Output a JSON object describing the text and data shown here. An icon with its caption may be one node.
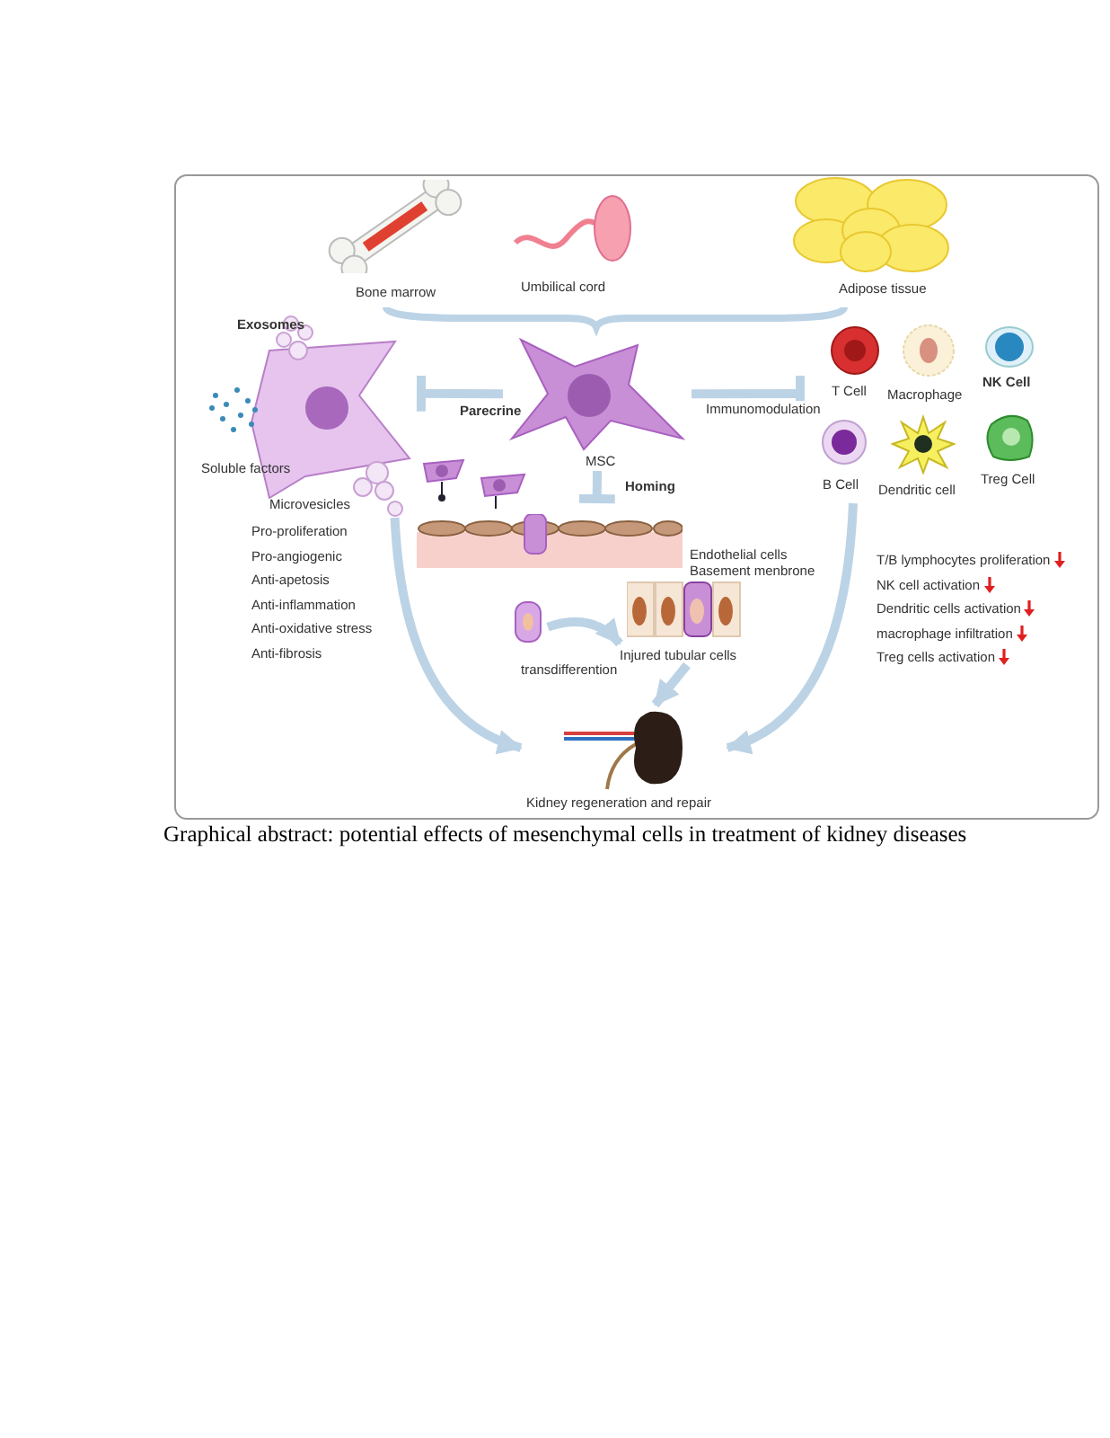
{
  "diagram": {
    "caption": "Graphical abstract: potential effects of mesenchymal cells in treatment of kidney diseases",
    "nodes": [
      {
        "text": [
          "Bone marrow"
        ]
      },
      {
        "text": [
          "Umbilical cord"
        ]
      },
      {
        "text": [
          "Adipose tissue"
        ]
      },
      {
        "text": [
          "MSC"
        ]
      },
      {
        "text": [
          "Exosomes",
          "Soluble factors",
          "Microvesicles"
        ]
      },
      {
        "text": [],
        "shape": "picture"
      },
      {
        "text": [
          "T Cell"
        ],
        "in": 5
      },
      {
        "text": [
          "Macrophage"
        ],
        "in": 5
      },
      {
        "text": [
          "NK Cell"
        ],
        "in": 5
      },
      {
        "text": [
          "B Cell"
        ],
        "in": 5
      },
      {
        "text": [
          "Dendritic cell"
        ],
        "in": 5
      },
      {
        "text": [
          "Treg Cell"
        ],
        "in": 5
      },
      {
        "text": [
          "Endothelial cells",
          "Basement menbrone"
        ]
      },
      {
        "text": [],
        "shape": "picture"
      },
      {
        "text": [
          "Injured tubular cells"
        ]
      },
      {
        "text": [
          "Kidney regeneration and repair"
        ]
      }
    ],
    "edges": [
      {
        "from": 3,
        "to": 4,
        "arrow": "other",
        "label": "Parecrine"
      },
      {
        "from": 3,
        "to": 5,
        "arrow": "other",
        "label": "Immunomodulation"
      },
      {
        "from": 3,
        "to": 12,
        "arrow": "other",
        "label": "Homing"
      },
      {
        "from": 13,
        "to": 14,
        "arrow": "to",
        "label": "transdifferention"
      },
      {
        "from": 4,
        "to": 15,
        "arrow": "to"
      },
      {
        "from": 5,
        "to": 15,
        "arrow": "to"
      },
      {
        "from": 14,
        "to": 15,
        "arrow": "to"
      }
    ],
    "labels": [
      "Pro-proliferation",
      "Pro-angiogenic",
      "Anti-apetosis",
      "Anti-inflammation",
      "Anti-oxidative stress",
      "Anti-fibrosis",
      "T/B lymphocytes proliferation",
      "NK cell activation",
      "Dendritic cells activation",
      "macrophage infiltration",
      "Treg cells activation"
    ]
  }
}
